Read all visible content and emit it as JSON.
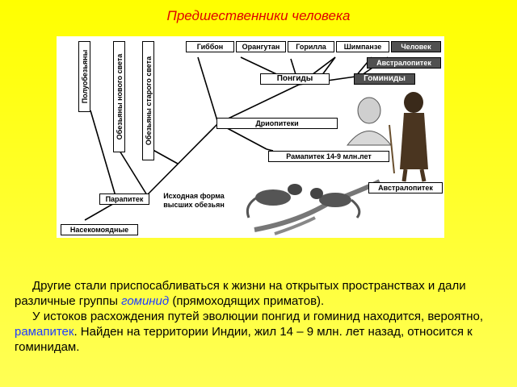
{
  "title": "Предшественники человека",
  "diagram": {
    "vertical_labels": [
      "Полуобезьяны",
      "Обезьяны нового света",
      "Обезьяны старого света"
    ],
    "top_boxes": [
      "Гиббон",
      "Орангутан",
      "Горилла",
      "Шимпанзе",
      "Человек"
    ],
    "australopithecus_top": "Австралопитек",
    "pongids": "Понгиды",
    "hominids": "Гоминиды",
    "dryopithecus": "Дриопитеки",
    "ramapithecus": "Рамапитек 14-9 млн.лет",
    "australopithecus_bottom": "Австралопитек",
    "parapithecus": "Парапитек",
    "ancestral_form": "Исходная форма высших обезьян",
    "insectivores": "Насекомоядные"
  },
  "paragraph1": {
    "before": "Другие стали приспосабливаться к жизни на открытых пространствах и дали различные группы ",
    "highlight": "гоминид",
    "after": " (прямоходящих приматов)."
  },
  "paragraph2": {
    "before": "У истоков расхождения путей эволюции понгид и гоминид находится, вероятно, ",
    "highlight": "рамапитек",
    "after": ". Найден на территории Индии, жил 14 – 9 млн. лет назад, относится к гоминидам."
  },
  "colors": {
    "title": "#e00000",
    "highlight": "#1e3cff",
    "background": "#ffff00"
  }
}
